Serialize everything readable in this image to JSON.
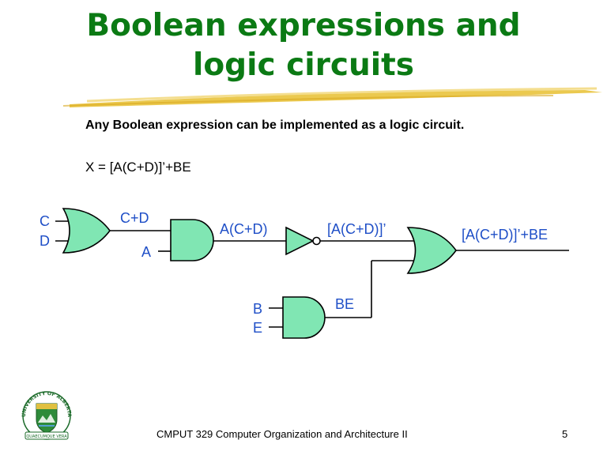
{
  "slide": {
    "title_line1": "Boolean expressions and",
    "title_line2": "logic circuits",
    "subtitle": "Any Boolean expression can be implemented as a logic circuit.",
    "expression": "X = [A(C+D)]’+BE",
    "footer": "CMPUT 329 Computer Organization and Architecture II",
    "page_number": "5",
    "logo_text": {
      "top": "UNIVERSITY OF ALBERTA",
      "motto": "QUAECUMQUE VERA"
    }
  },
  "circuit": {
    "inputs": {
      "c": "C",
      "d": "D",
      "a": "A",
      "b": "B",
      "e": "E"
    },
    "signals": {
      "c_plus_d": "C+D",
      "a_c_plus_d": "A(C+D)",
      "not_a_c_plus_d": "[A(C+D)]’",
      "be": "BE",
      "output": "[A(C+D)]’+BE"
    }
  },
  "colors": {
    "title": "#0b7a14",
    "gate_fill": "#80e6b3",
    "label_blue": "#1f4fc7",
    "brush": "#e8c030"
  }
}
